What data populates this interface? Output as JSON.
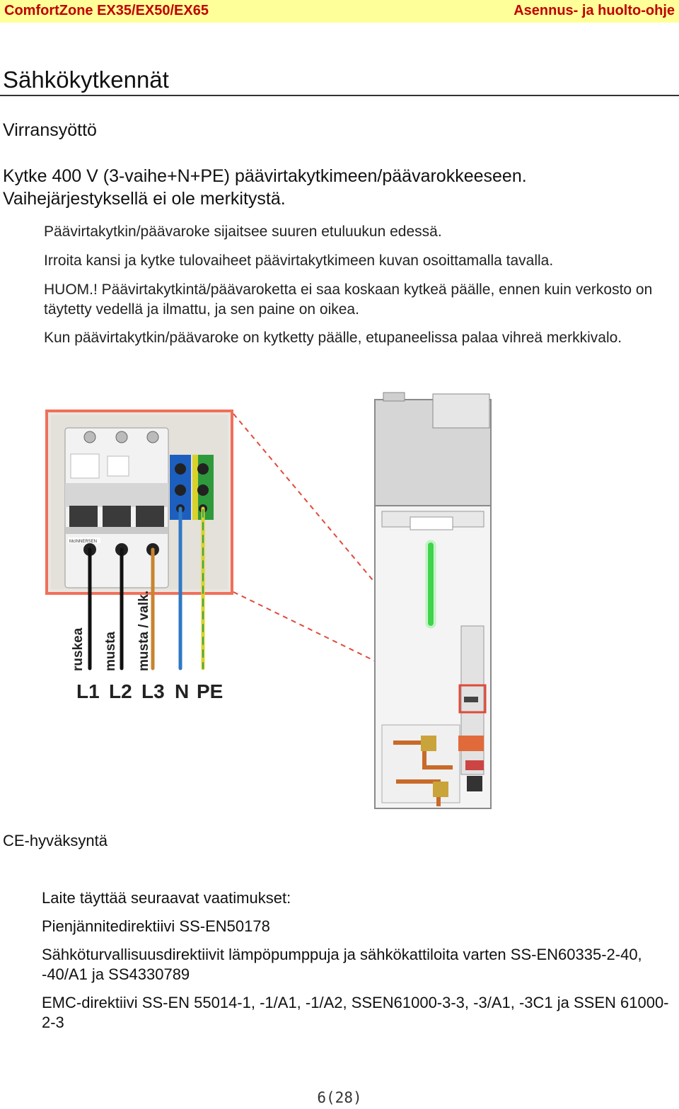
{
  "header": {
    "left": "ComfortZone EX35/EX50/EX65",
    "right": "Asennus- ja huolto-ohje"
  },
  "title": "Sähkökytkennät",
  "section": "Virransyöttö",
  "intro": "Kytke 400 V (3-vaihe+N+PE) päävirtakytkimeen/päävarokkeeseen. Vaihejärjestyksellä ei ole merkitystä.",
  "paragraphs": [
    "Päävirtakytkin/päävaroke sijaitsee suuren etuluukun edessä.",
    "Irroita kansi ja kytke tulovaiheet päävirtakytkimeen kuvan osoittamalla tavalla.",
    "HUOM.! Päävirtakytkintä/päävaroketta ei saa koskaan kytkeä päälle, ennen kuin verkosto on täytetty vedellä ja ilmattu, ja sen paine on oikea.",
    "Kun päävirtakytkin/päävaroke on kytketty päälle, etupaneelissa palaa vihreä merkkivalo."
  ],
  "figure": {
    "wire_colors": [
      "ruskea",
      "musta",
      "musta / valk."
    ],
    "terminal_labels": [
      "L1",
      "L2",
      "L3",
      "N",
      "PE"
    ],
    "breaker_brand": "McINNERSEN"
  },
  "ce": {
    "heading": "CE-hyväksyntä",
    "items": [
      "Laite täyttää seuraavat vaatimukset:",
      "Pienjännitedirektiivi SS-EN50178",
      "Sähköturvallisuusdirektiivit lämpöpumppuja ja sähkökattiloita varten SS-EN60335-2-40, -40/A1 ja SS4330789",
      "EMC-direktiivi SS-EN 55014-1, -1/A1, -1/A2, SSEN61000-3-3, -3/A1, -3C1 ja SSEN 61000-2-3"
    ]
  },
  "page_number": "6(28)"
}
